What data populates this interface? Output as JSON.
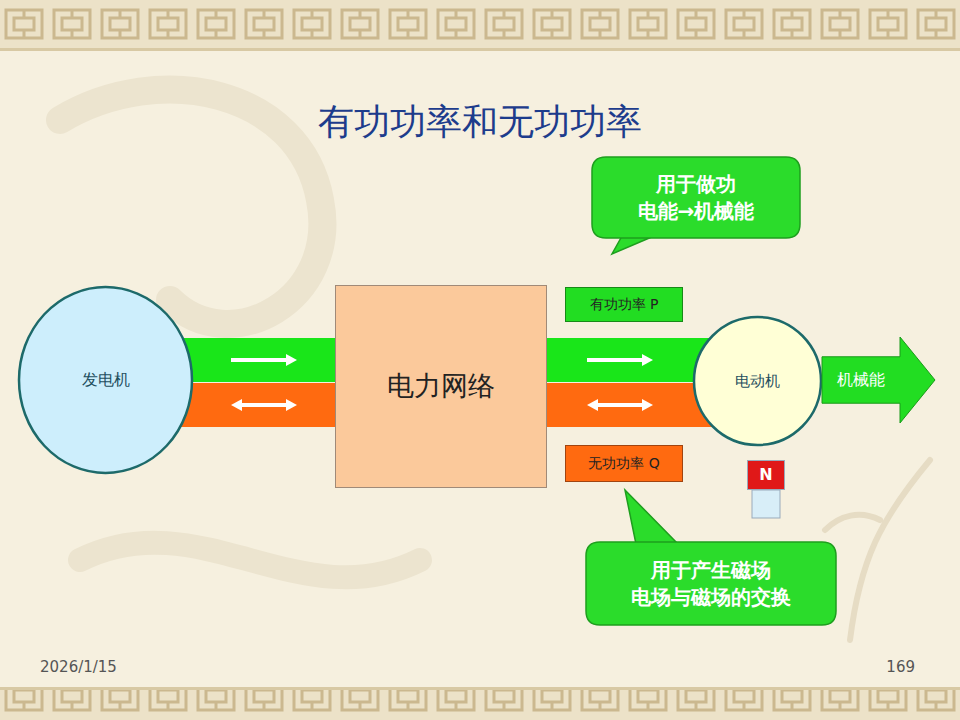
{
  "diagram": {
    "title": "有功功率和无功功率",
    "nodes": [
      {
        "text": [
          "用于做功",
          "电能→机械能"
        ]
      },
      {
        "text": [
          "发电机"
        ]
      },
      {
        "text": [
          "电力网络"
        ]
      },
      {
        "text": [
          "有功功率 P"
        ]
      },
      {
        "text": [
          "电动机"
        ]
      },
      {
        "text": [
          "机械能"
        ]
      },
      {
        "text": [
          "无功功率 Q"
        ]
      },
      {
        "text": [
          "N"
        ]
      },
      {
        "text": [
          "用于产生磁场",
          "电场与磁场的交换"
        ]
      }
    ],
    "edges": [
      {
        "from": 1,
        "to": 2,
        "arrow": "to"
      },
      {
        "from": 1,
        "to": 2,
        "arrow": "both"
      },
      {
        "from": 2,
        "to": 4,
        "arrow": "to"
      },
      {
        "from": 2,
        "to": 4,
        "arrow": "both"
      }
    ],
    "labels": [
      "2026/1/15",
      "169"
    ]
  }
}
